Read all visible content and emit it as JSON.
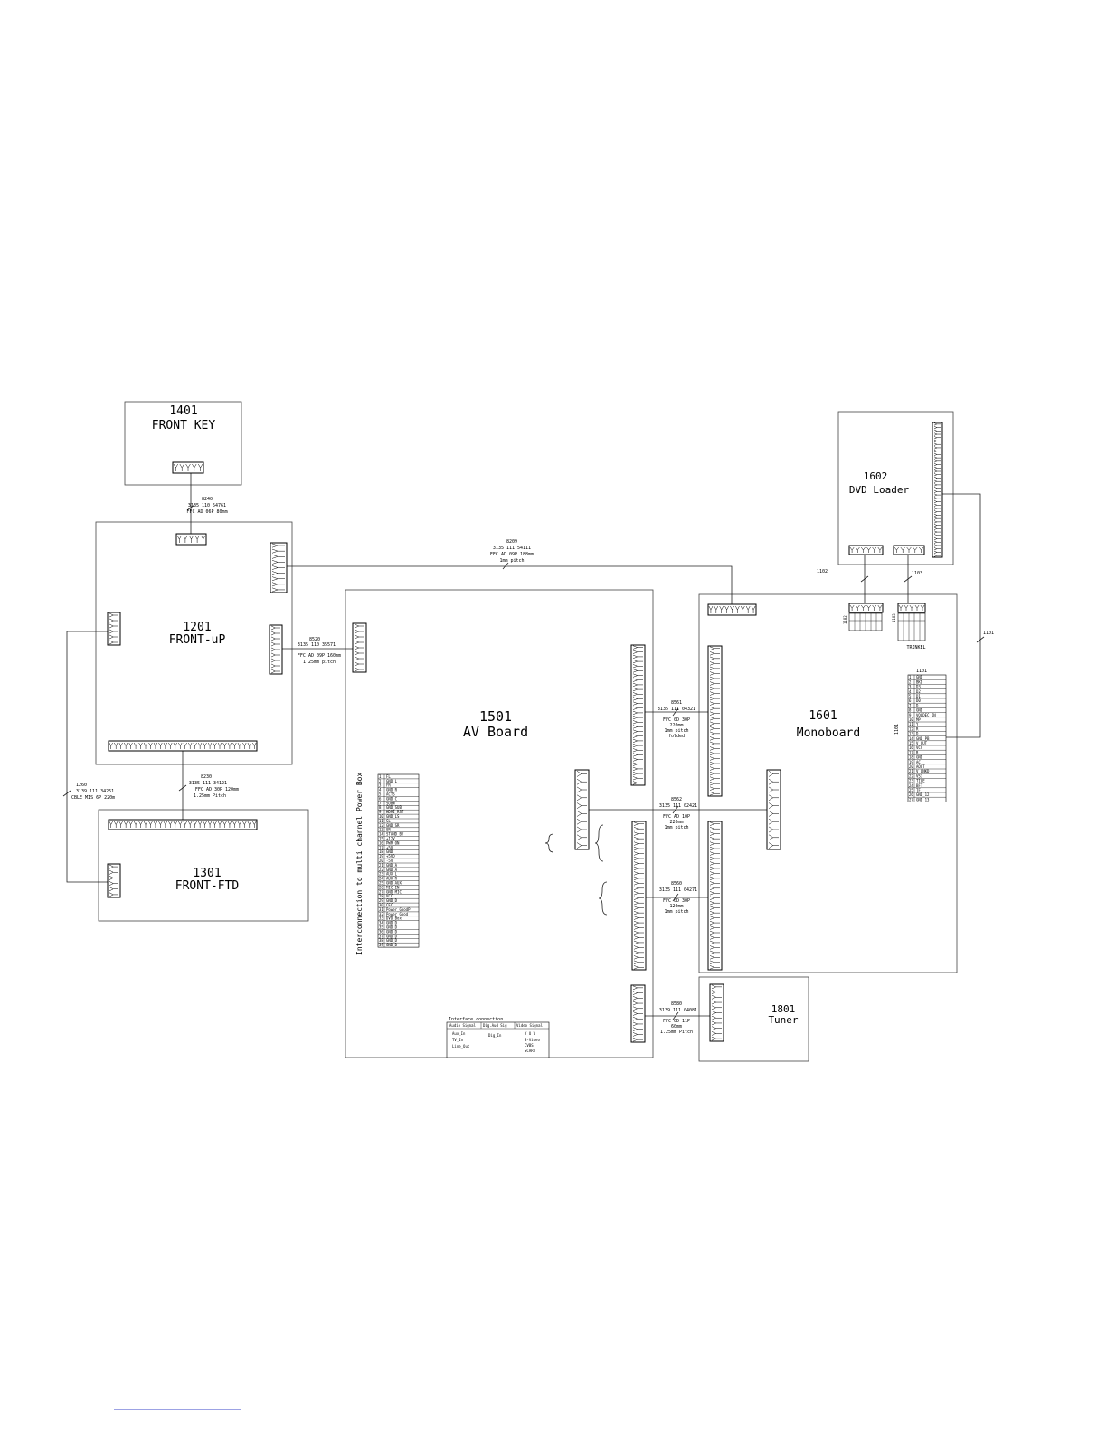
{
  "boards": {
    "front_key": {
      "id": "1401",
      "name": "FRONT KEY"
    },
    "front_up": {
      "id": "1201",
      "name": "FRONT-uP"
    },
    "front_ftd": {
      "id": "1301",
      "name": "FRONT-FTD"
    },
    "av_board": {
      "id": "1501",
      "name": "AV Board"
    },
    "monoboard": {
      "id": "1601",
      "name": "Monoboard"
    },
    "dvd_loader": {
      "id": "1602",
      "name": "DVD Loader"
    },
    "tuner": {
      "id": "1801",
      "name": "Tuner"
    }
  },
  "cables": {
    "c8240": [
      "8240",
      "3135 110 54761",
      "FFC AD 06P 80mm"
    ],
    "c8209": [
      "8209",
      "3135 111 54111",
      "FFC AD 09P 188mm",
      "1mm pitch"
    ],
    "c8520": [
      "8520",
      "3135 110 35571",
      "FFC AD 09P 160mm",
      "1.25mm pitch"
    ],
    "c8230": [
      "8230",
      "3135 111 34121",
      "FFC AD 30P 120mm",
      "1.25mm Pitch"
    ],
    "c1260": [
      "1260",
      "3139 111 34251",
      "CBLE MIS 6P 220m"
    ],
    "c8561": [
      "8561",
      "3135 111 04321",
      "FFC 0D 30P",
      "220mm",
      "1mm pitch",
      "folded"
    ],
    "c8562": [
      "8562",
      "3135 111 02421",
      "FFC AD 10P",
      "220mm",
      "1mm pitch"
    ],
    "c8560": [
      "8560",
      "3135 111 04271",
      "FFC 0D 30P",
      "120mm",
      "1mm pitch"
    ],
    "c8580": [
      "8580",
      "3139 111 04081",
      "FFC 0D 11P",
      "60mm",
      "1.25mm Pitch"
    ]
  },
  "connectors": {
    "c1102": "1102",
    "c1103": "1103",
    "c1101": "1101",
    "c1101_side": "1101",
    "c1101_table": "1101",
    "c1101_left": "1101",
    "c1182": "1182",
    "c1183": "1183",
    "trinkel": "TRINKEL"
  },
  "power_box": {
    "label": "Interconnection to multi channel Power Box",
    "signals": [
      "FL",
      "GND_L",
      "FR",
      "GND_R",
      "ACTS",
      "GND_C",
      "SUBW",
      "GND_SUB",
      "HDMI_RST",
      "GND_LS",
      "SL",
      "GND_SR",
      "SR",
      "STAND_BY",
      "+12V",
      "PWR_ON",
      "+5V",
      "GND",
      "+5VD",
      "-5V",
      "GND_A",
      "GND_A",
      "AUX_L",
      "AUX_R",
      "GND_AUX",
      "MIC_IN",
      "GND_MIC",
      "VCC",
      "GND_D",
      "CEC",
      "Power_GoodP",
      "Power_Good",
      "DVD_Box",
      "GND_D",
      "GND_D",
      "GND_D",
      "GND_D",
      "GND_D",
      "GND_D"
    ]
  },
  "mono_table": {
    "signals": [
      "GND",
      "BKD",
      "D3",
      "D2",
      "D1",
      "D0",
      "D",
      "GND",
      "VOLDEC_IN",
      "MP",
      "Y",
      "R",
      "D",
      "GND_PB",
      "V_OUT",
      "VCC",
      "R",
      "GND",
      "AC",
      "AOUT",
      "V_LNKD",
      "VSI",
      "TILE",
      "BFT",
      "TF",
      "GND_12",
      "GND_13"
    ]
  },
  "interface": {
    "title": "Interface connection",
    "headers": [
      "Audio Signal",
      "Dig.Aud Sig",
      "Video Signal"
    ],
    "rows": [
      [
        "Aux_In",
        "Dig_In",
        "Y U V"
      ],
      [
        "TV_In",
        "",
        "S-Video"
      ],
      [
        "Line_Out",
        "",
        "CVBS"
      ],
      [
        "",
        "",
        "SCART"
      ]
    ]
  }
}
